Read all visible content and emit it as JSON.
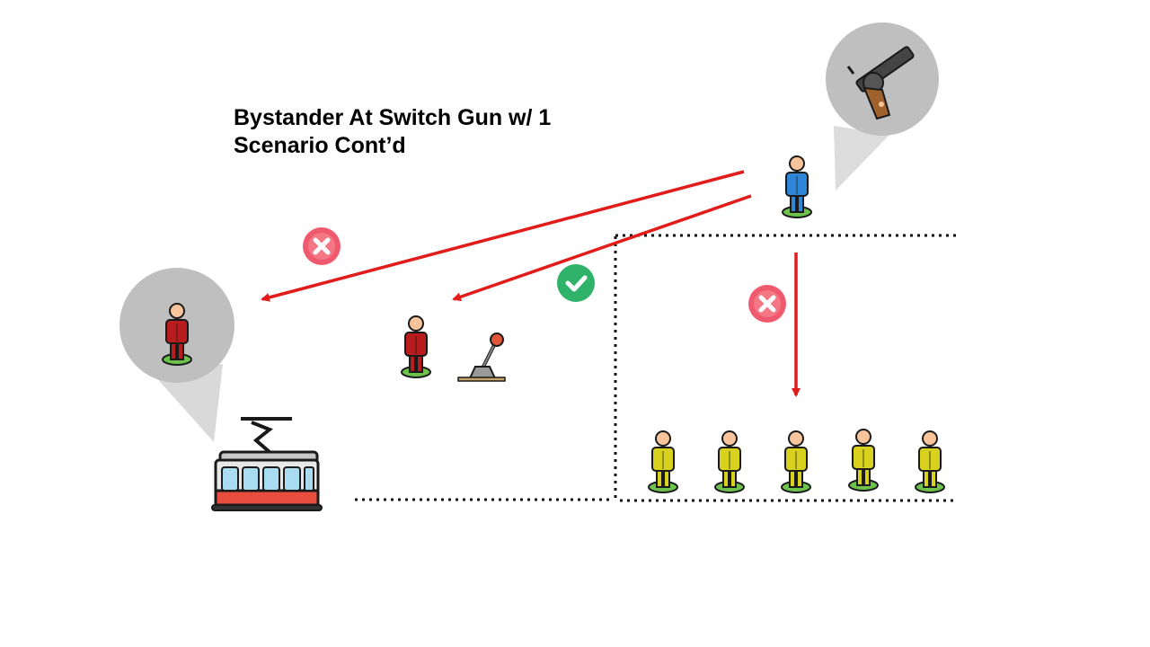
{
  "title_lines": [
    "Bystander At Switch Gun w/ 1",
    "Scenario Cont’d"
  ],
  "colors": {
    "arrow": "#e21b1b",
    "shooter": "#2f86d6",
    "bystander": "#b81c1c",
    "track_group": "#d8d21e",
    "skin": "#f7c49b",
    "base": "#6cc24a",
    "outline": "#1a1a1a",
    "bubble": "#bfbfbf",
    "ok_badge": "#2fb36b",
    "no_badge": "#f05a6e",
    "track_line": "#111111"
  },
  "icons": {
    "gun_bubble": "revolver-icon",
    "person_bubble": "person-icon",
    "trolley": "trolley-icon",
    "lever": "lever-switch-icon",
    "ok": "check-badge-icon",
    "no": "x-badge-icon"
  },
  "track_group_count": 5
}
